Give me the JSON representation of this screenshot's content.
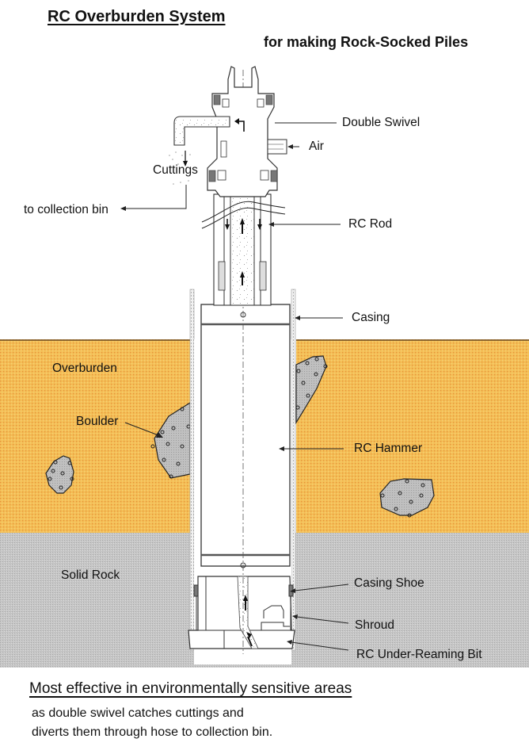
{
  "title": "RC Overburden System",
  "subtitle": "for making Rock-Socked Piles",
  "labels": {
    "double_swivel": "Double Swivel",
    "air": "Air",
    "cuttings": "Cuttings",
    "to_collection_bin": "to collection bin",
    "rc_rod": "RC Rod",
    "casing": "Casing",
    "overburden": "Overburden",
    "boulder": "Boulder",
    "rc_hammer": "RC Hammer",
    "solid_rock": "Solid Rock",
    "casing_shoe": "Casing Shoe",
    "shroud": "Shroud",
    "rc_under_reaming_bit": "RC Under-Reaming Bit"
  },
  "footer": {
    "heading": "Most effective in environmentally sensitive areas",
    "line1": "as double swivel catches cuttings and",
    "line2": "diverts them through hose to collection bin."
  },
  "colors": {
    "overburden": "#f2b84b",
    "overburden_dots": "#e8963a",
    "rock": "#c4c4c4",
    "boulder": "#bdbdbd",
    "line": "#222222"
  }
}
